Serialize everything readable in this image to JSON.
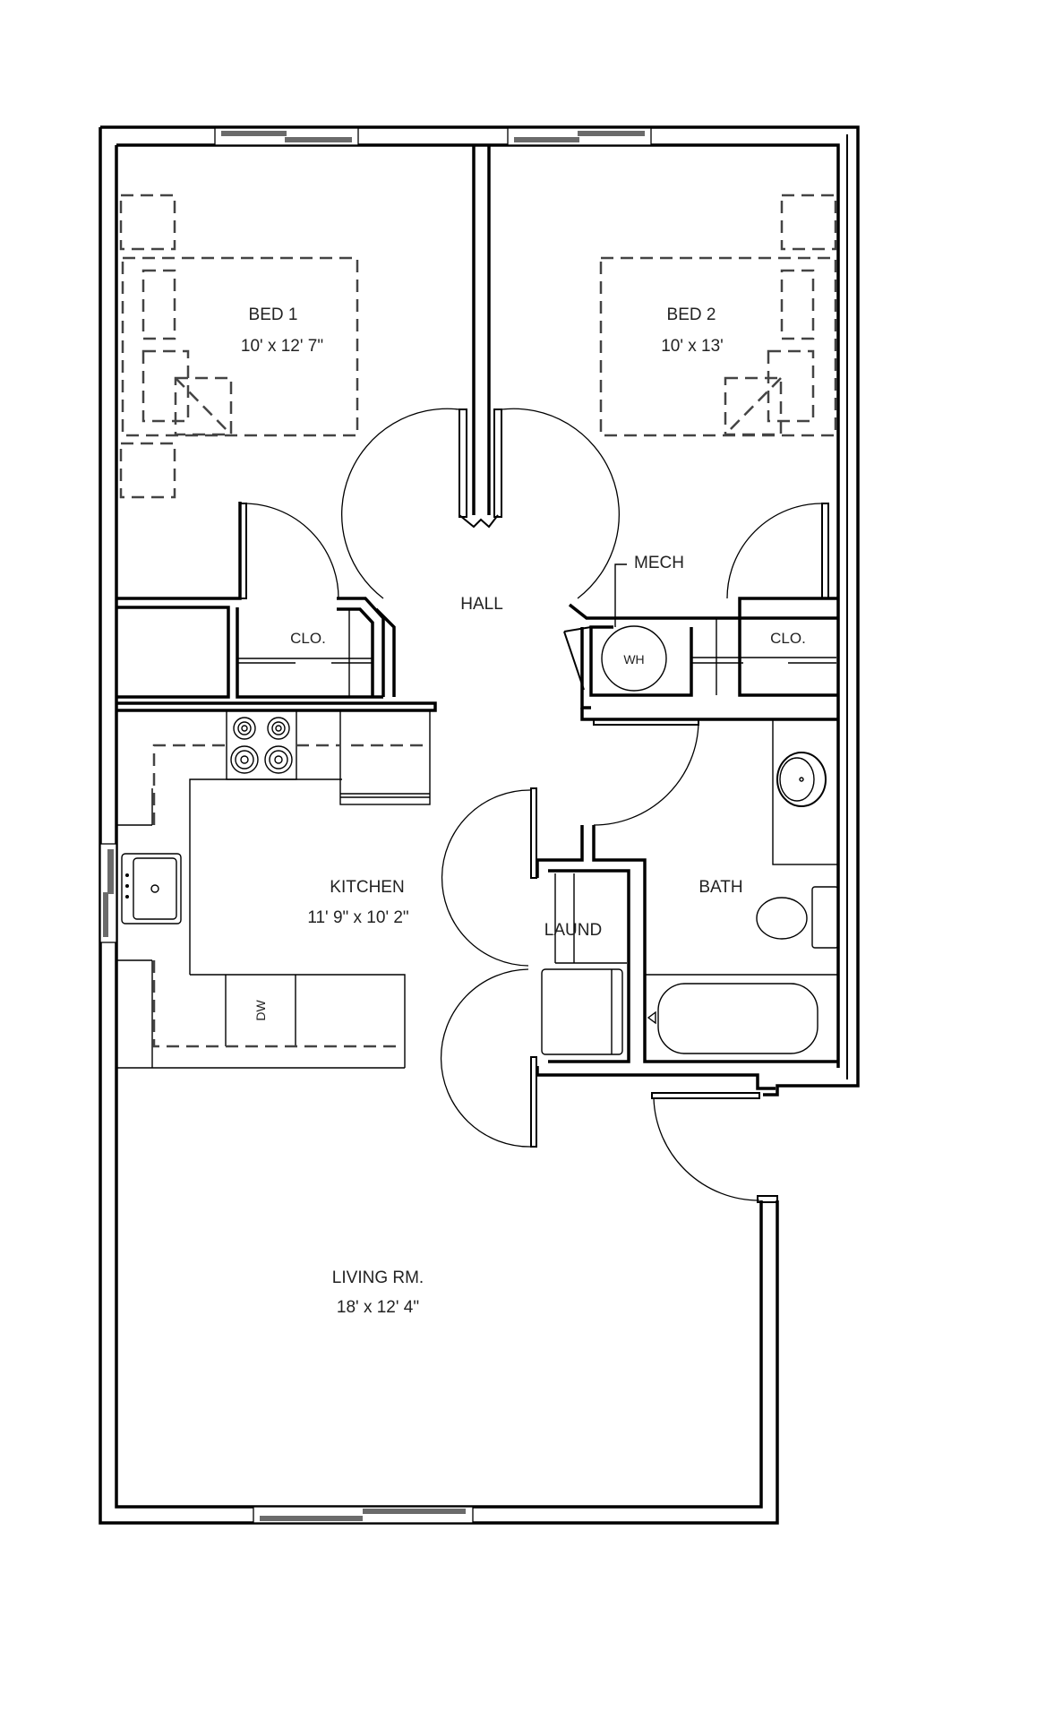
{
  "plan": {
    "rooms": [
      {
        "id": "bed1",
        "name": "BED  1",
        "size": "10' x 12' 7\""
      },
      {
        "id": "bed2",
        "name": "BED  2",
        "size": "10' x 13'"
      },
      {
        "id": "hall",
        "name": "HALL"
      },
      {
        "id": "mech",
        "name": "MECH"
      },
      {
        "id": "wh",
        "name": "WH"
      },
      {
        "id": "clo1",
        "name": "CLO."
      },
      {
        "id": "clo2",
        "name": "CLO."
      },
      {
        "id": "kitchen",
        "name": "KITCHEN",
        "size": "11' 9\" x 10' 2\""
      },
      {
        "id": "laund",
        "name": "LAUND"
      },
      {
        "id": "bath",
        "name": "BATH"
      },
      {
        "id": "living",
        "name": "LIVING  RM.",
        "size": "18' x 12' 4\""
      },
      {
        "id": "dw",
        "name": "DW"
      }
    ]
  },
  "colors": {
    "line": "#000000",
    "furniture_dash": "#444444",
    "window_glass": "#6b6b6b",
    "background": "#ffffff"
  }
}
